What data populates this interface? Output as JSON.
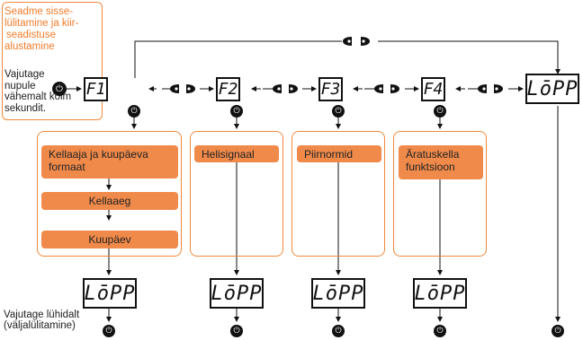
{
  "intro": {
    "title": "Seadme sisse-lülitamine ja kiir-seadistuse alustamine",
    "title_lines": [
      "Seadme sisse-",
      "lülitamine ja kiir-",
      "seadistuse",
      "alustamine"
    ],
    "body_lines": [
      "Vajutage",
      "nupule",
      "vähemalt kolm",
      "sekundit."
    ]
  },
  "displays": {
    "f1": "F1",
    "f2": "F2",
    "f3": "F3",
    "f4": "F4",
    "end": "LōPP"
  },
  "groups": {
    "g1": {
      "items": [
        "Kellaaja ja kuupäeva formaat",
        "Kellaaeg",
        "Kuupäev"
      ]
    },
    "g2": {
      "items": [
        "Helisignaal"
      ]
    },
    "g3": {
      "items": [
        "Piirnormid"
      ]
    },
    "g4": {
      "items": [
        "Äratuskella funktsioon"
      ]
    }
  },
  "bottom_note": [
    "Vajutage lühidalt",
    "(väljalülitamine)"
  ],
  "icons": {
    "power_button": "power-icon",
    "nav_left": "left-arrow-button-icon",
    "nav_right": "right-arrow-button-icon"
  },
  "colors": {
    "accent": "#f08a3c",
    "pill": "#f08a4a",
    "ink": "#111111"
  }
}
